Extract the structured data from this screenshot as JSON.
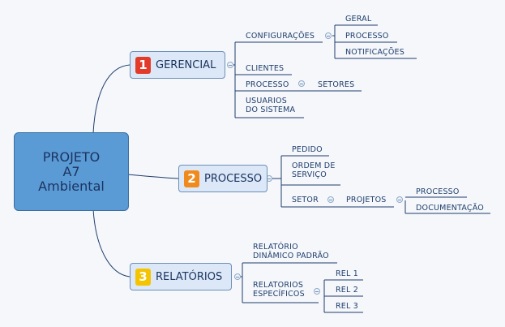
{
  "root": {
    "line1": "PROJETO",
    "line2": "A7",
    "line3": "Ambiental"
  },
  "branches": [
    {
      "badge": "1",
      "badge_color": "#e23b2a",
      "label": "GERENCIAL"
    },
    {
      "badge": "2",
      "badge_color": "#f08a1c",
      "label": "PROCESSO"
    },
    {
      "badge": "3",
      "badge_color": "#f5c400",
      "label": "RELATÓRIOS"
    }
  ],
  "gerencial": {
    "configuracoes": "CONFIGURAÇÕES",
    "config_children": [
      "GERAL",
      "PROCESSO",
      "NOTIFICAÇÕES"
    ],
    "clientes": "CLIENTES",
    "processo": "PROCESSO",
    "setores": "SETORES",
    "usuarios_1": "USUARIOS",
    "usuarios_2": "DO SISTEMA"
  },
  "processo": {
    "pedido": "PEDIDO",
    "ordem_1": "ORDEM DE",
    "ordem_2": "SERVIÇO",
    "setor": "SETOR",
    "projetos": "PROJETOS",
    "projetos_children": [
      "PROCESSO",
      "DOCUMENTAÇÃO"
    ]
  },
  "relatorios": {
    "dinamico_1": "RELATÓRIO",
    "dinamico_2": "DINÂMICO PADRÃO",
    "especificos_1": "RELATORIOS",
    "especificos_2": "ESPECÍFICOS",
    "rel_children": [
      "REL 1",
      "REL 2",
      "REL 3"
    ]
  }
}
